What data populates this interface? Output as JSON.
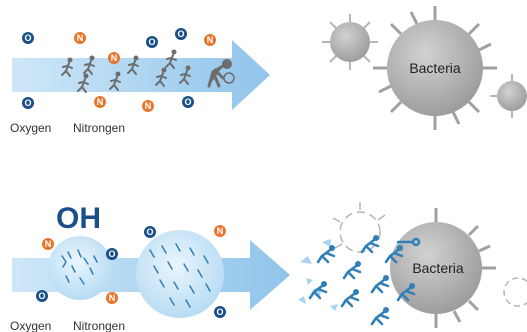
{
  "colors": {
    "oxygen": "#1b4f8a",
    "nitrogen": "#e5762b",
    "arrow": "#a9d3ef",
    "virus": "#a9a9a9",
    "runner": "#6d6d6d",
    "attacker": "#2f7fb8"
  },
  "top_panel": {
    "atom_oxygen": "O",
    "atom_nitrogen": "N",
    "legend_oxygen": "Oxygen",
    "legend_nitrogen": "Nitrongen",
    "bacteria_label": "Bacteria"
  },
  "bottom_panel": {
    "title": "OH",
    "atom_oxygen": "O",
    "atom_nitrogen": "N",
    "legend_oxygen": "Oxygen",
    "legend_nitrogen": "Nitrongen",
    "bacteria_label": "Bacteria"
  }
}
